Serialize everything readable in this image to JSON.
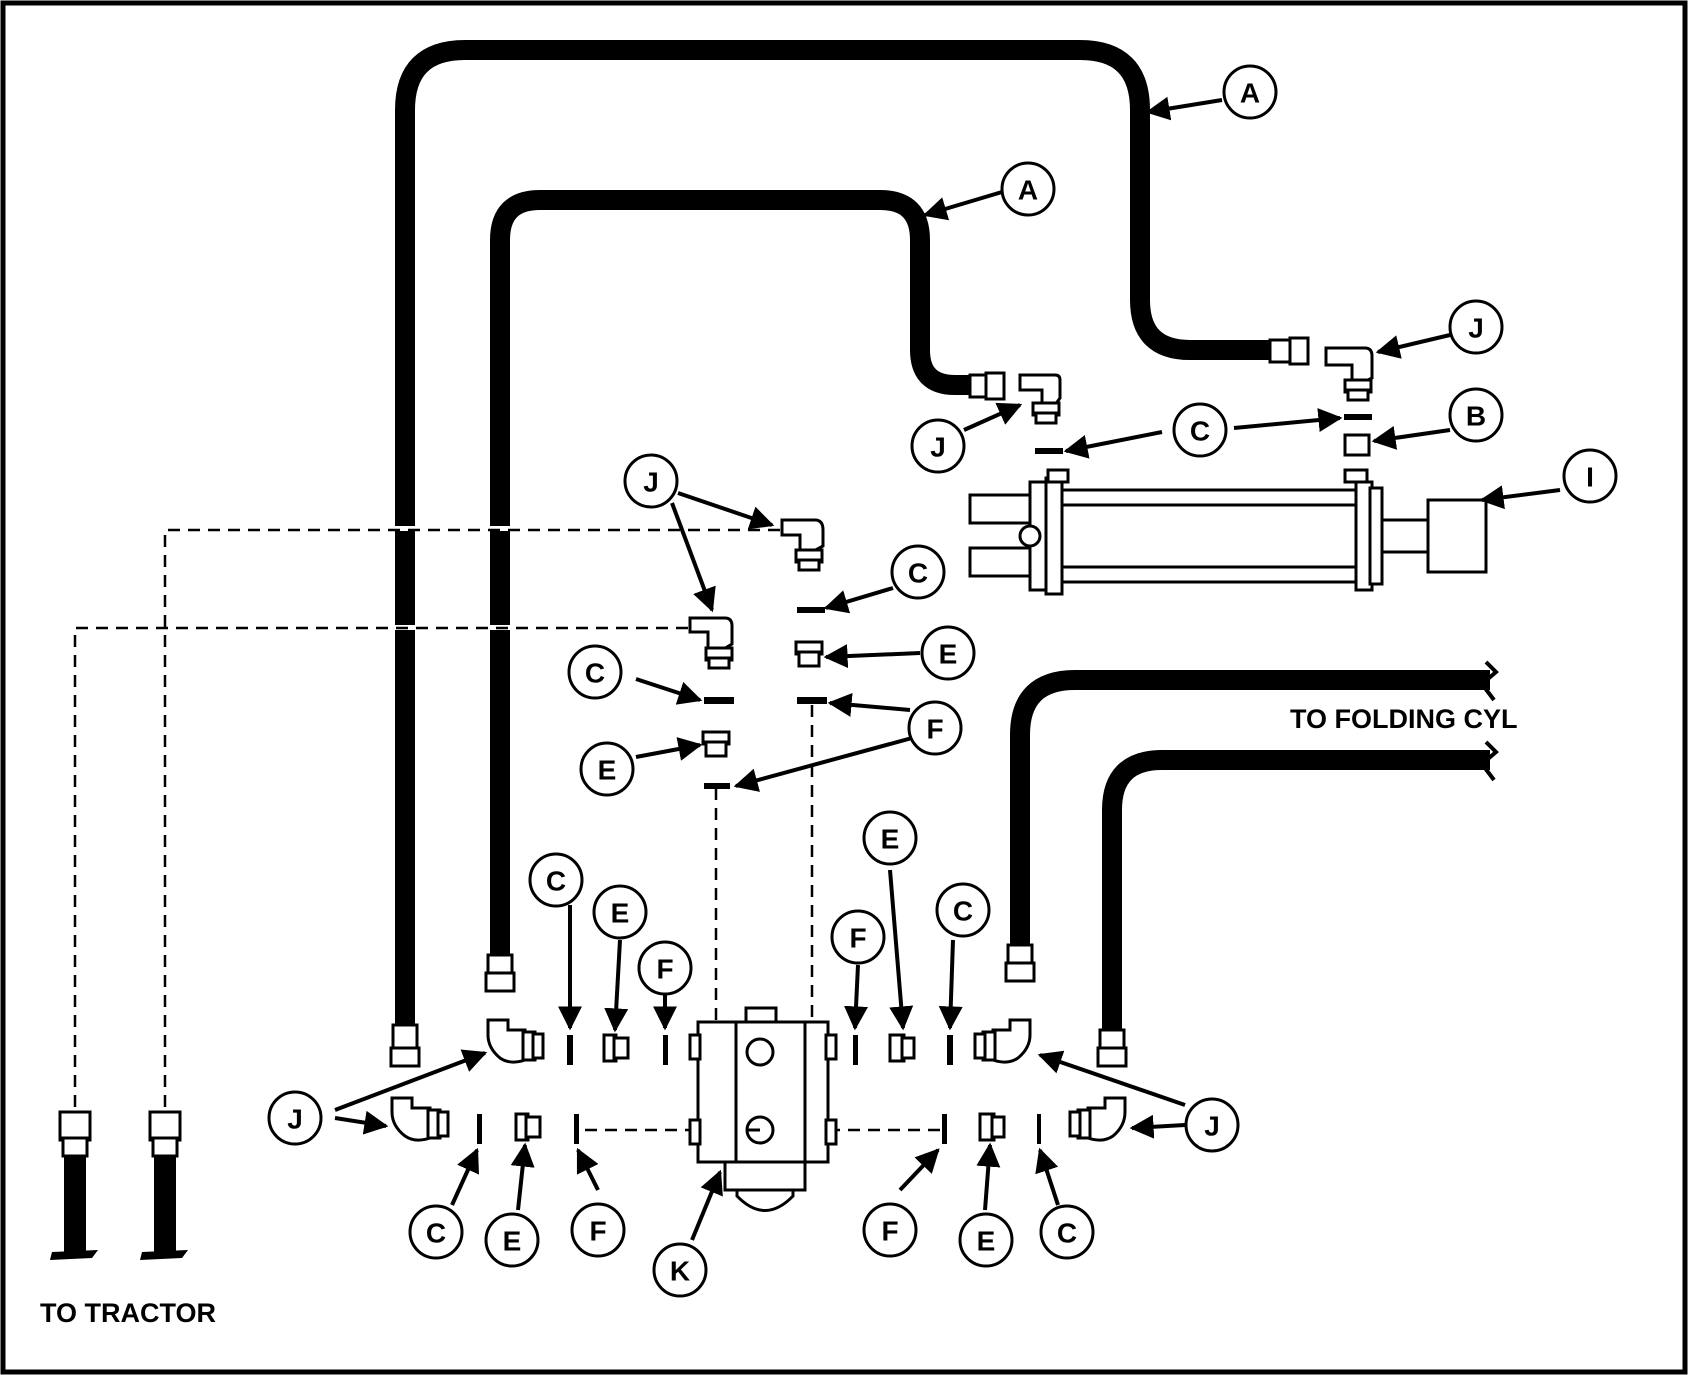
{
  "labels": {
    "A": "A",
    "B": "B",
    "C": "C",
    "E": "E",
    "F": "F",
    "I": "I",
    "J": "J",
    "K": "K"
  },
  "captions": {
    "to_folding_cyl": "TO FOLDING CYL",
    "to_tractor": "TO TRACTOR"
  },
  "colors": {
    "ink": "#000000",
    "paper": "#ffffff"
  }
}
